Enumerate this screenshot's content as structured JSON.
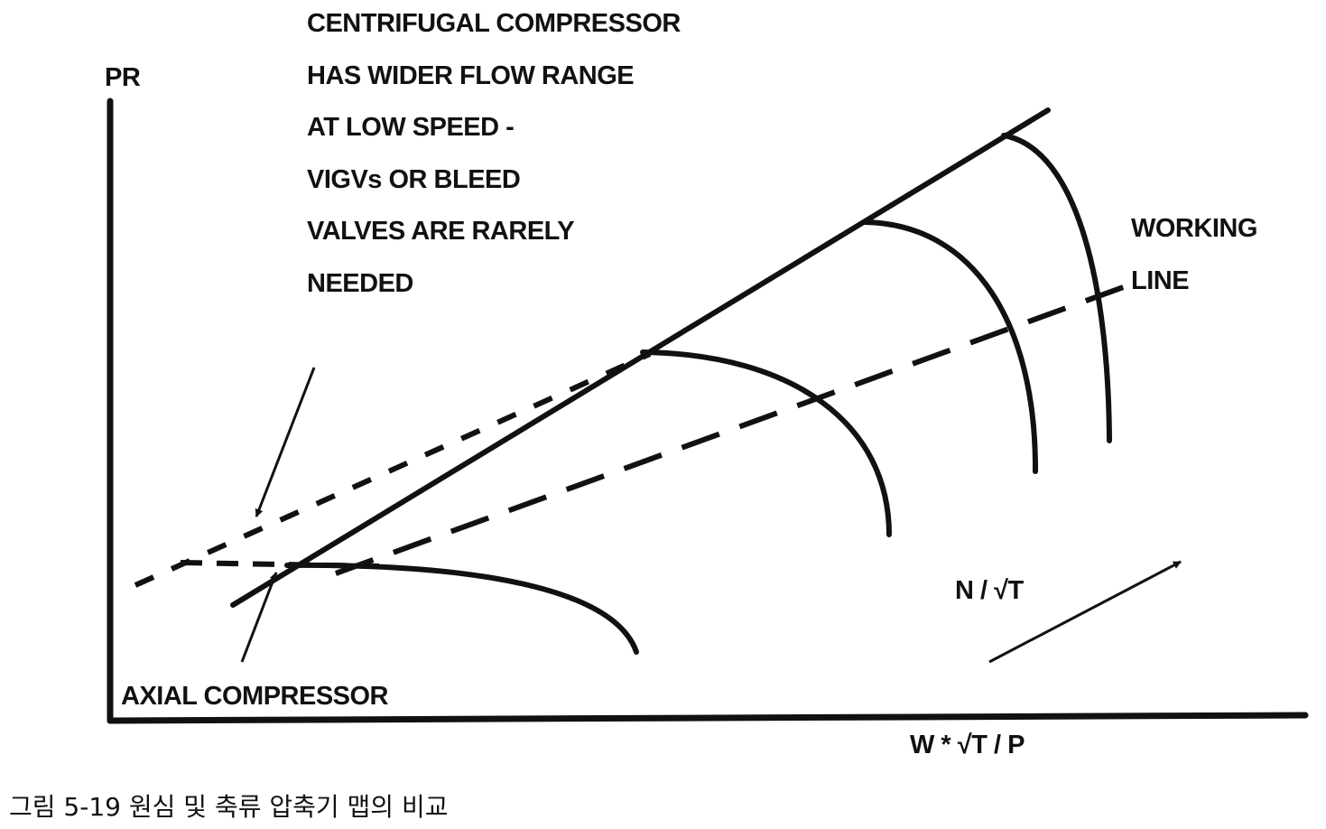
{
  "axes": {
    "y_label": "PR",
    "x_label": "W * √T / P"
  },
  "annotations": {
    "centrifugal_note": [
      "CENTRIFUGAL COMPRESSOR",
      "HAS WIDER FLOW RANGE",
      "AT LOW SPEED -",
      "VIGVs OR BLEED",
      "VALVES ARE RARELY",
      "NEEDED"
    ],
    "working_line": [
      "WORKING",
      "LINE"
    ],
    "speed_label": "N / √T",
    "axial_label": "AXIAL COMPRESSOR"
  },
  "caption": "그림 5-19 원심 및 축류 압축기 맵의 비교",
  "colors": {
    "ink": "#111111",
    "background": "#ffffff"
  }
}
